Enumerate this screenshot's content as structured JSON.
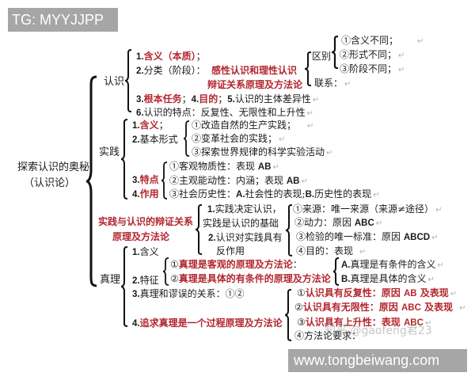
{
  "overlays": {
    "top_badge": "TG: MYYJJPP",
    "bottom_badge": "www.tongbeiwang.com",
    "watermark": "知乎 @gaofeng君23"
  },
  "colors": {
    "accent_red": "#b3262e",
    "text": "#1a1a1a",
    "badge_bg": "#a6a6a6"
  },
  "root": {
    "title": "探索认识的奥秘",
    "subtitle": "（认识论）"
  },
  "renshi": {
    "label": "认识",
    "items": {
      "i1_num": "1.",
      "i1_text": "含义（本质）",
      "i1_tail": "；",
      "i2_num": "2.",
      "i2_text": "分类（阶段）：",
      "i2_red1": "感性认识和理性认识",
      "i2_red2": "辩证关系原理及方法论",
      "i3_num": "3.",
      "i3_red_a": "根本任务",
      "i3_sep1": "；",
      "i3_num4": "4.",
      "i3_red_b": "目的",
      "i3_sep2": "；",
      "i3_num5": "5.",
      "i3_text5": "认识的主体差异性",
      "i6_num": "6.",
      "i6_text": "认识的特点：反复性、无限性和上升性"
    },
    "qubie": {
      "label": "区别",
      "items": [
        "①含义不同；",
        "②形式不同；",
        "③阶段不同；"
      ]
    },
    "lianxi": "联系："
  },
  "shijian": {
    "label": "实践",
    "i1_num": "1.",
    "i1_red": "含义",
    "i1_tail": "；",
    "i2_num": "2.",
    "i2_text": "基本形式",
    "forms": [
      "①改造自然的生产实践；",
      "②变革社会的实践；",
      "③探索世界规律的科学实验活动"
    ],
    "i3_num": "3.",
    "i3_red": "特点",
    "i4_num": "4.",
    "i4_red": "作用",
    "features": [
      {
        "text": "①客观物质性：表现 ",
        "code": "AB"
      },
      {
        "text": "②主观能动性：内涵；表现 ",
        "code": "AB"
      },
      {
        "text": "③社会历史性：",
        "code_a": "A.",
        "text_a": "社会性的表现;",
        "code_b": "B.",
        "text_b": "历史性的表现"
      }
    ]
  },
  "relation": {
    "title1": "实践与认识的辩证关系",
    "title2": "原理及方法论",
    "a1_num": "1.",
    "a1_text": "实践决定认识，",
    "a1_text2": "实践是认识的基础",
    "a2_num": "2.",
    "a2_text": "认识对实践具有",
    "a2_text2": "反作用",
    "basis": [
      {
        "text": "①来源：唯一来源（来源≠途径）"
      },
      {
        "text": "②动力：原因 ",
        "code": "ABC"
      },
      {
        "text": "③检验的唯一标准：原因 ",
        "code": "ABCD"
      },
      {
        "text": "④目的：表现"
      }
    ]
  },
  "zhenli": {
    "label": "真理",
    "i1_num": "1.",
    "i1_text": "含义",
    "i2_num": "2.",
    "i2_text": "特征",
    "traits": [
      {
        "circ": "①",
        "red": "真理是客观的原理及方法论",
        "tail": "："
      },
      {
        "circ": "②",
        "red": "真理是具体的有条件的原理及方法论",
        "tail": ""
      }
    ],
    "sub": [
      {
        "code": "A.",
        "text": "真理是有条件的含义"
      },
      {
        "code": "B.",
        "text": "真理是具体的含义"
      }
    ],
    "i3_num": "3.",
    "i3_text": "真理和谬误的关系：①②",
    "i4_num": "4.",
    "i4_red": "追求真理是一个过程原理及方法论",
    "process": [
      {
        "circ": "①",
        "red": "认识具有反复性：原因 ",
        "code": "AB",
        "red2": " 及表现"
      },
      {
        "circ": "②",
        "red": "认识具有无限性：原因 ",
        "code": "ABC",
        "red2": " 及表现"
      },
      {
        "circ": "③",
        "red": "认识具有上升性：表现 ",
        "code": "ABC",
        "red2": ""
      },
      {
        "circ": "④",
        "text": "方法论要求："
      }
    ]
  },
  "return_mark": "↵"
}
